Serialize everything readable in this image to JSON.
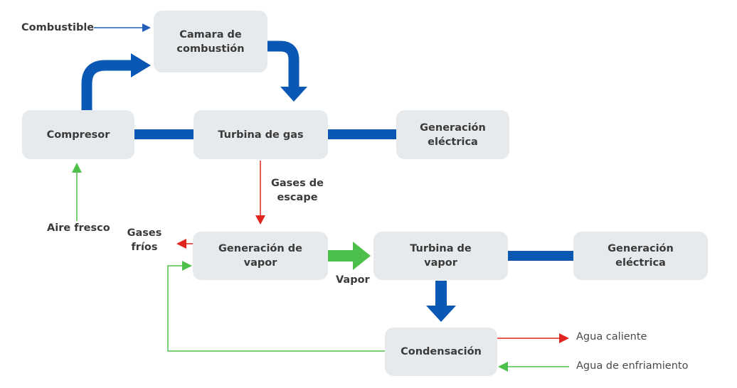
{
  "colors": {
    "blue": "#0a58b4",
    "green": "#4cc04a",
    "red": "#e0251f",
    "box": "#e7eaec"
  },
  "nodes": {
    "camara": "Camara de combustión",
    "compresor": "Compresor",
    "turbina_gas": "Turbina de gas",
    "generacion_electrica_1": "Generación eléctrica",
    "generacion_vapor": "Generación de vapor",
    "turbina_vapor": "Turbina de vapor",
    "generacion_electrica_2": "Generación eléctrica",
    "condensacion": "Condensación"
  },
  "labels": {
    "combustible": "Combustible",
    "aire_fresco": "Aire fresco",
    "gases_escape": "Gases de escape",
    "gases_frios": "Gases fríos",
    "vapor": "Vapor",
    "agua_caliente": "Agua caliente",
    "agua_enfriamiento": "Agua de enfriamiento"
  }
}
